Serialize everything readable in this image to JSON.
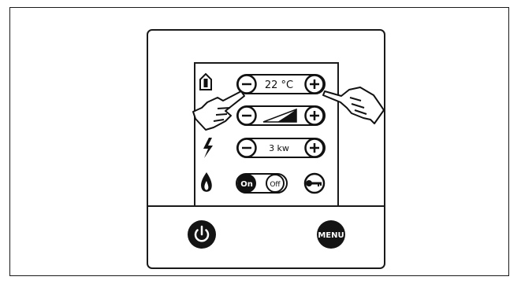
{
  "panel": {
    "rows": [
      {
        "icon": "house-thermometer-icon",
        "value": "22 °C",
        "minus": "minus-icon",
        "plus": "plus-icon"
      },
      {
        "icon": "ramp-level-icon",
        "value": "",
        "minus": "minus-icon",
        "plus": "plus-icon"
      },
      {
        "icon": "lightning-bolt-icon",
        "value": "3 kw",
        "minus": "minus-icon",
        "plus": "plus-icon"
      },
      {
        "icon": "flame-icon",
        "toggle_on": "On",
        "toggle_off": "Off",
        "key": "key-icon"
      }
    ]
  },
  "buttons": {
    "power_icon": "power-icon",
    "menu_label": "MENU"
  },
  "hands": [
    "pointing-hand-left-icon",
    "pointing-hand-right-icon"
  ],
  "colors": {
    "ink": "#111111",
    "background": "#ffffff",
    "button_fill": "#141414"
  }
}
